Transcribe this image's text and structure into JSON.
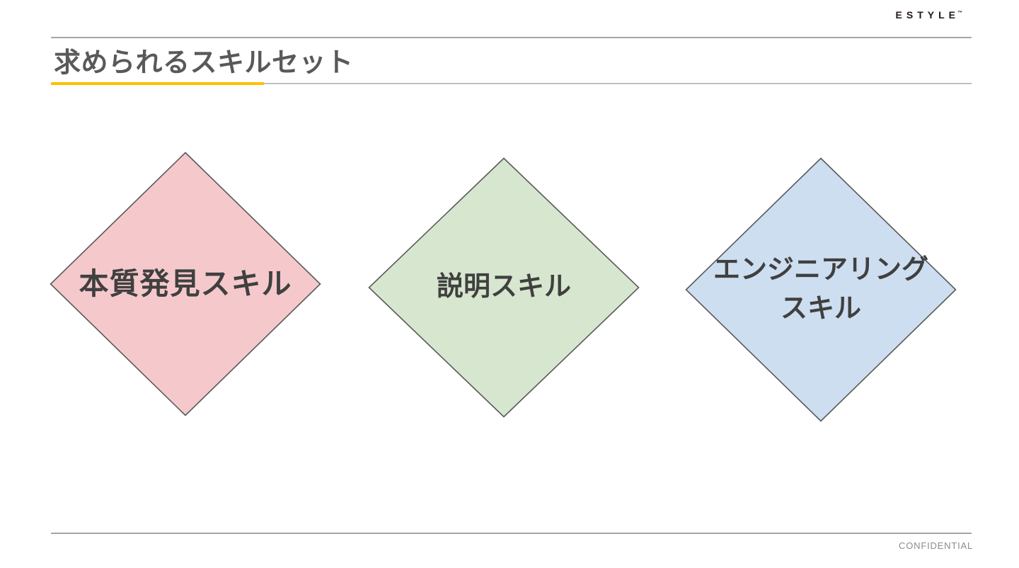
{
  "header": {
    "logo_text": "ESTYLE",
    "logo_tm": "™"
  },
  "title": {
    "text": "求められるスキルセット"
  },
  "diamonds": [
    {
      "name": "essence-discovery-skill",
      "label": "本質発見スキル",
      "fill": "#f5c9cc",
      "stroke": "#595959"
    },
    {
      "name": "explanation-skill",
      "label": "説明スキル",
      "fill": "#d7e7cf",
      "stroke": "#595959"
    },
    {
      "name": "engineering-skill",
      "label": "エンジニアリング\nスキル",
      "fill": "#cddef0",
      "stroke": "#595959"
    }
  ],
  "footer": {
    "confidential": "CONFIDENTIAL"
  },
  "colors": {
    "accent_underline": "#ffc000",
    "title_text": "#595959",
    "diamond_text": "#404040",
    "rule_gray": "#a6a6a6",
    "logo_text": "#231815"
  }
}
